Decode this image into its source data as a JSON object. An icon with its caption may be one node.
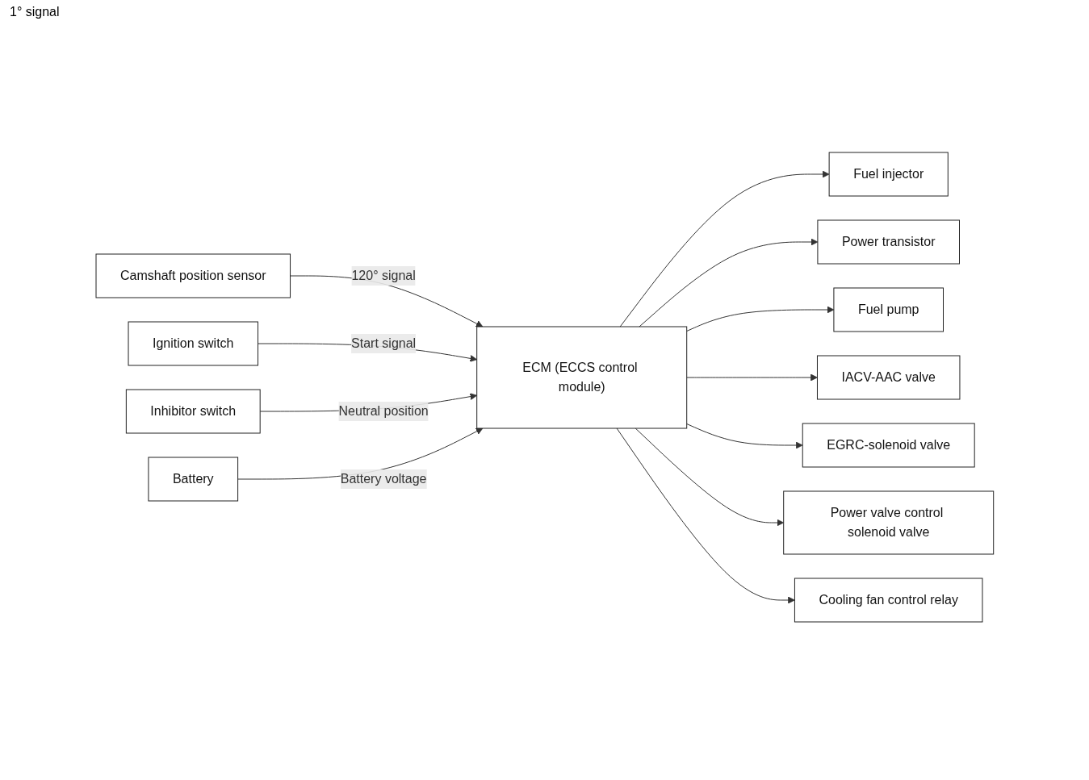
{
  "diagram": {
    "nodes": [
      {
        "text": [
          "Camshaft position sensor"
        ]
      },
      {
        "text": [
          "Ignition switch"
        ]
      },
      {
        "text": [
          "Inhibitor switch"
        ]
      },
      {
        "text": [
          "Battery"
        ]
      },
      {
        "text": [
          "ECM (ECCS control module)"
        ]
      },
      {
        "text": [
          "Fuel injector"
        ]
      },
      {
        "text": [
          "Power transistor"
        ]
      },
      {
        "text": [
          "Fuel pump"
        ]
      },
      {
        "text": [
          "IACV-AAC valve"
        ]
      },
      {
        "text": [
          "EGRC-solenoid valve"
        ]
      },
      {
        "text": [
          "Power valve control solenoid valve"
        ]
      },
      {
        "text": [
          "Cooling fan control relay"
        ]
      }
    ],
    "edges": [
      {
        "from": 0,
        "to": 4,
        "arrow": "to",
        "label": "120° signal"
      },
      {
        "from": 1,
        "to": 4,
        "arrow": "to",
        "label": "Start signal"
      },
      {
        "from": 2,
        "to": 4,
        "arrow": "to",
        "label": "Neutral position"
      },
      {
        "from": 3,
        "to": 4,
        "arrow": "to",
        "label": "Battery voltage"
      },
      {
        "from": 4,
        "to": 5,
        "arrow": "to"
      },
      {
        "from": 4,
        "to": 6,
        "arrow": "to"
      },
      {
        "from": 4,
        "to": 7,
        "arrow": "to"
      },
      {
        "from": 4,
        "to": 8,
        "arrow": "to"
      },
      {
        "from": 4,
        "to": 9,
        "arrow": "to"
      },
      {
        "from": 4,
        "to": 10,
        "arrow": "to"
      },
      {
        "from": 4,
        "to": 11,
        "arrow": "to"
      }
    ],
    "labels": [
      "1° signal"
    ]
  }
}
